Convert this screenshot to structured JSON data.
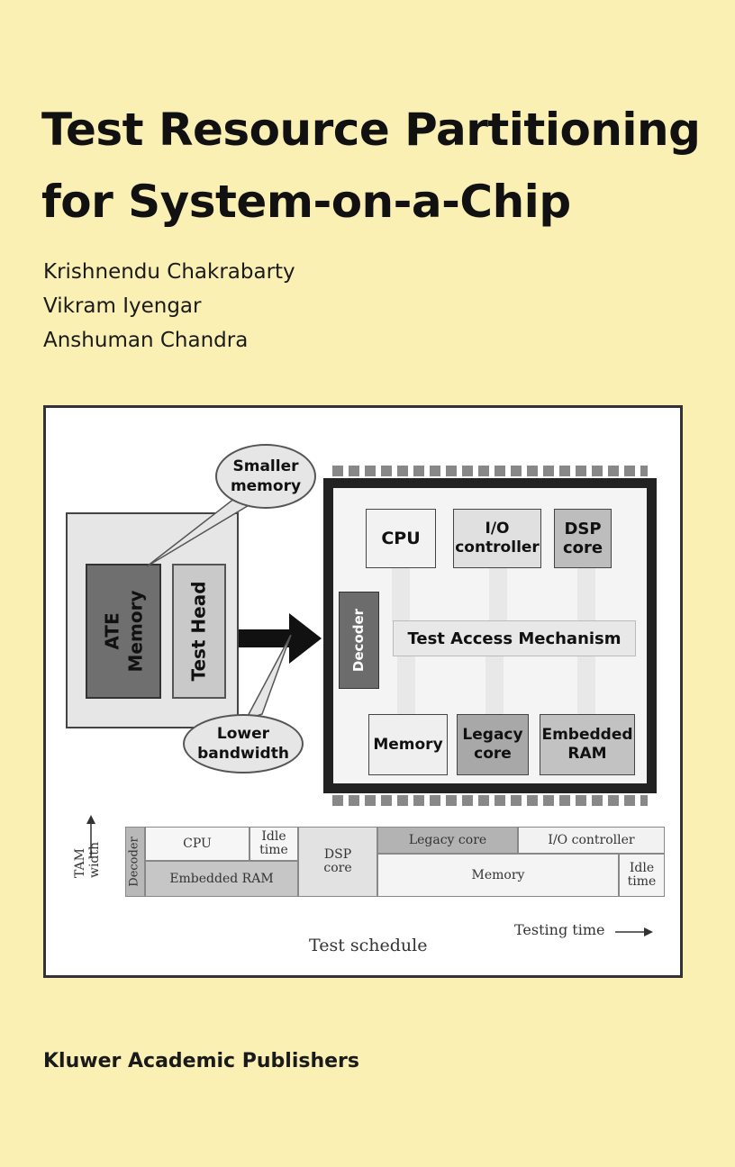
{
  "cover": {
    "title_line1": "Test Resource Partitioning",
    "title_line2": "for System-on-a-Chip",
    "authors": [
      "Krishnendu Chakrabarty",
      "Vikram Iyengar",
      "Anshuman Chandra"
    ],
    "publisher": "Kluwer Academic Publishers",
    "background_color": "#fbf0b3"
  },
  "figure": {
    "ate_memory": "ATE Memory",
    "test_head": "Test Head",
    "bubble_top": "Smaller memory",
    "bubble_bottom": "Lower bandwidth",
    "decoder": "Decoder",
    "tam": "Test Access Mechanism",
    "cores": {
      "cpu": "CPU",
      "io_line1": "I/O",
      "io_line2": "controller",
      "dsp_line1": "DSP",
      "dsp_line2": "core",
      "memory": "Memory",
      "legacy_line1": "Legacy",
      "legacy_line2": "core",
      "eram_line1": "Embedded",
      "eram_line2": "RAM"
    },
    "schedule": {
      "decoder": "Decoder",
      "cpu": "CPU",
      "idle1_line1": "Idle",
      "idle1_line2": "time",
      "embedded_ram": "Embedded RAM",
      "dsp_line1": "DSP",
      "dsp_line2": "core",
      "legacy": "Legacy core",
      "io": "I/O controller",
      "memory": "Memory",
      "idle2_line1": "Idle",
      "idle2_line2": "time",
      "tam_width_line1": "TAM",
      "tam_width_line2": "width",
      "testing_time": "Testing time",
      "test_schedule": "Test schedule"
    }
  }
}
